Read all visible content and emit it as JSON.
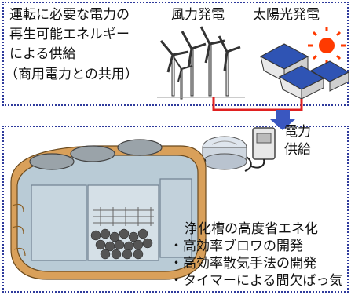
{
  "top_box": {
    "lines": [
      "運転に必要な電力の",
      "再生可能エネルギー",
      "による供給",
      "（商用電力との共用）"
    ]
  },
  "labels": {
    "wind": "風力発電",
    "solar": "太陽光発電",
    "power_supply_line1": "電力",
    "power_supply_line2": "供給"
  },
  "bottom_box": {
    "title": "浄化槽の高度省エネ化",
    "items": [
      "・高効率ブロワの開発",
      "・高効率散気手法の開発",
      "・タイマーによる間欠ばっ気"
    ]
  },
  "colors": {
    "border": "#2e3a9c",
    "power_line": "#e02020",
    "arrow": "#3a57c0",
    "sun": "#ff3a00",
    "tank": "#d9a05a"
  }
}
